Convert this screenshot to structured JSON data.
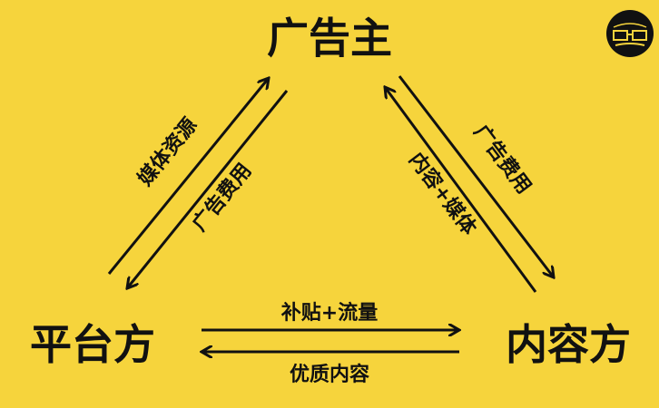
{
  "nodes": {
    "advertiser": "广告主",
    "platform": "平台方",
    "content": "内容方"
  },
  "edges": {
    "platform_to_advertiser": "媒体资源",
    "advertiser_to_platform": "广告费用",
    "advertiser_to_content": "广告费用",
    "content_to_advertiser": "内容+媒体",
    "platform_to_content": "补贴+流量",
    "content_to_platform": "优质内容"
  },
  "colors": {
    "background": "#f6d43c",
    "ink": "#111111"
  },
  "logo": {
    "icon": "face-with-glasses-logo"
  }
}
